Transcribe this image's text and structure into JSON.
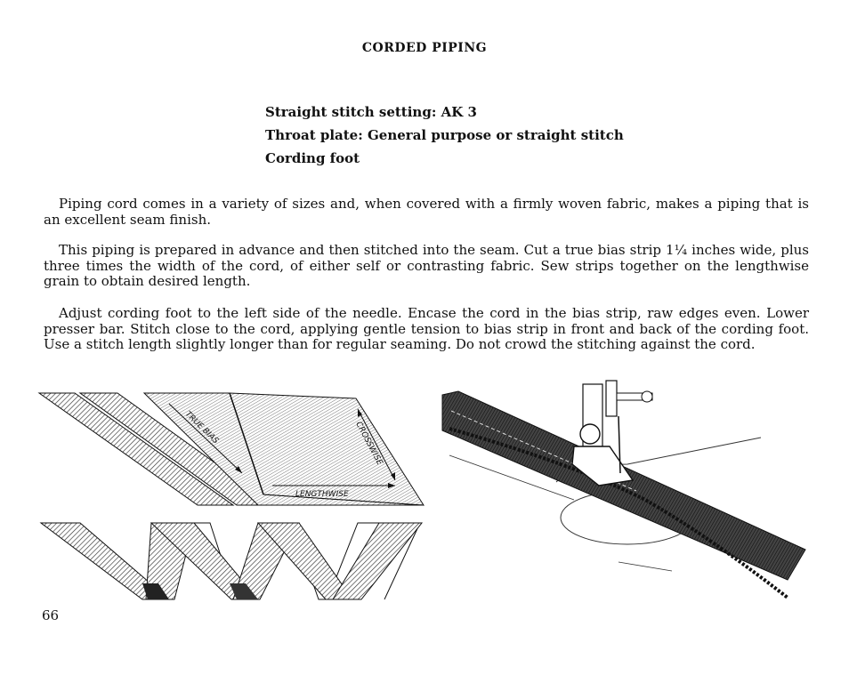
{
  "page": {
    "title": "CORDED PIPING",
    "page_number": "66"
  },
  "settings": {
    "stitch": "Straight stitch setting: AK 3",
    "throat_plate": "Throat plate: General purpose or straight stitch",
    "foot": "Cording foot"
  },
  "paragraphs": [
    "Piping cord comes in a variety of sizes and, when covered with a firmly woven fabric, makes a piping that is an excellent seam finish.",
    "This piping is prepared in advance and then stitched into the seam. Cut a true bias strip 1¼ inches wide, plus three times the width of the cord, of either self or contrasting fabric. Sew strips together on the lengthwise grain to obtain desired length.",
    "Adjust cording foot to the left side of the needle. Encase the cord in the bias strip, raw edges even. Lower presser bar. Stitch close to the cord, applying gentle tension to bias strip in front and back of the cording foot. Use a stitch length slightly longer than for regular seaming. Do not crowd the stitching against the cord."
  ],
  "figure_labels": {
    "true_bias": "TRUE BIAS",
    "crosswise": "CROSSWISE",
    "lengthwise": "LENGTHWISE"
  }
}
